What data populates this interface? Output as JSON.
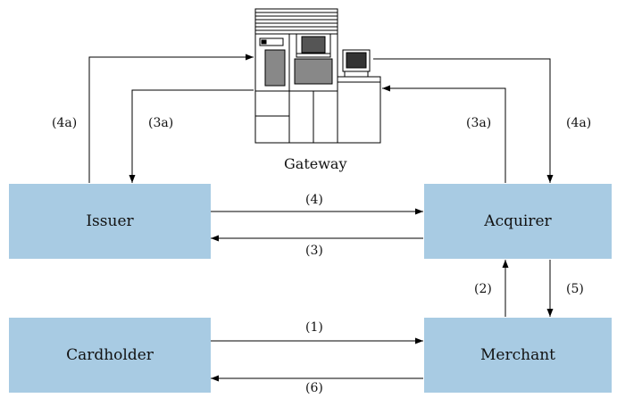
{
  "nodes": {
    "issuer": "Issuer",
    "acquirer": "Acquirer",
    "cardholder": "Cardholder",
    "merchant": "Merchant",
    "gateway": "Gateway"
  },
  "steps": {
    "s1": "(1)",
    "s2": "(2)",
    "s3": "(3)",
    "s4": "(4)",
    "s5": "(5)",
    "s6": "(6)",
    "s3a_left": "(3a)",
    "s4a_left": "(4a)",
    "s3a_right": "(3a)",
    "s4a_right": "(4a)"
  },
  "colors": {
    "box_fill": "#a8cbe3",
    "line": "#000000"
  },
  "icons": [
    "mainframe-server-icon",
    "computer-terminal-icon"
  ]
}
